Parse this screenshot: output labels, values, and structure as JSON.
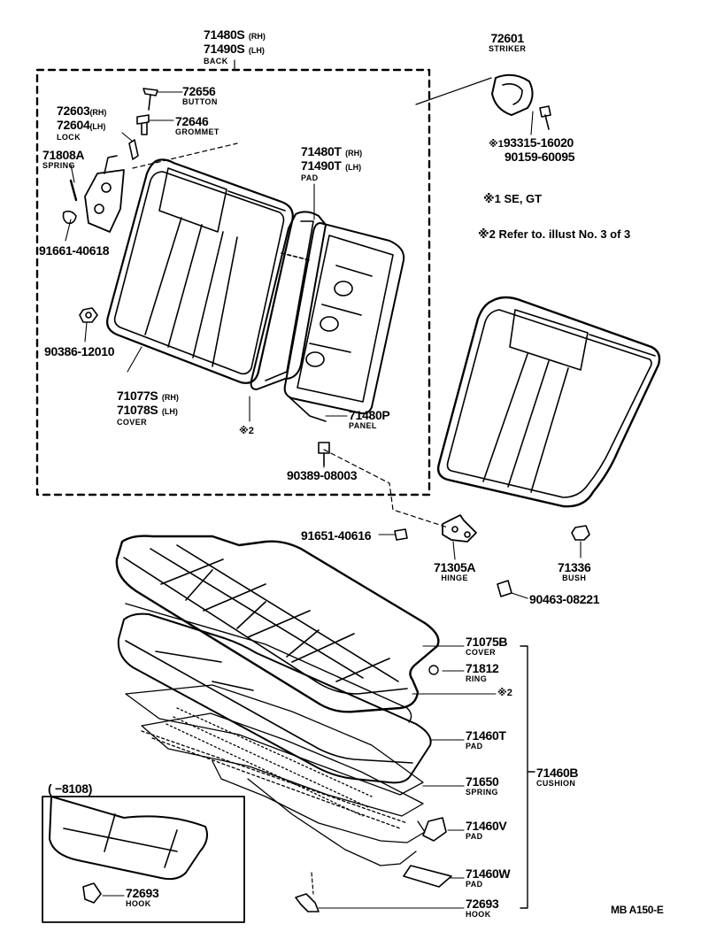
{
  "diagram_code": "MB A150-E",
  "notes": {
    "note1": "※1 SE, GT",
    "note2": "※2 Refer to. illust No. 3 of 3",
    "mark1": "※1",
    "mark2": "※2",
    "mark2b": "※2"
  },
  "inset": {
    "range": "(      −8108)"
  },
  "parts": {
    "back": {
      "no1": "71480S",
      "sfx1": "(RH)",
      "no2": "71490S",
      "sfx2": "(LH)",
      "name": "BACK"
    },
    "striker": {
      "no": "72601",
      "name": "STRIKER"
    },
    "button": {
      "no": "72656",
      "name": "BUTTON"
    },
    "lock": {
      "no1": "72603",
      "sfx1": "(RH)",
      "no2": "72604",
      "sfx2": "(LH)",
      "name": "LOCK"
    },
    "grommet": {
      "no": "72646",
      "name": "GROMMET"
    },
    "spring_back": {
      "no": "71808A",
      "name": "SPRING"
    },
    "pad_back": {
      "no1": "71480T",
      "sfx1": "(RH)",
      "no2": "71490T",
      "sfx2": "(LH)",
      "name": "PAD"
    },
    "screw_striker": {
      "no1": "93315-16020",
      "no2": "90159-60095"
    },
    "bolt_91661": {
      "no": "91661-40618"
    },
    "nut_90386": {
      "no": "90386-12010"
    },
    "cover_back": {
      "no1": "71077S",
      "sfx1": "(RH)",
      "no2": "71078S",
      "sfx2": "(LH)",
      "name": "COVER"
    },
    "panel": {
      "no": "71480P",
      "name": "PANEL"
    },
    "bolt_90389": {
      "no": "90389-08003"
    },
    "bolt_91651": {
      "no": "91651-40616"
    },
    "hinge": {
      "no": "71305A",
      "name": "HINGE"
    },
    "bush": {
      "no": "71336",
      "name": "BUSH"
    },
    "clip_90463": {
      "no": "90463-08221"
    },
    "cover_cushion": {
      "no": "71075B",
      "name": "COVER"
    },
    "ring": {
      "no": "71812",
      "name": "RING"
    },
    "pad_cushion": {
      "no": "71460T",
      "name": "PAD"
    },
    "cushion": {
      "no": "71460B",
      "name": "CUSHION"
    },
    "spring_cushion": {
      "no": "71650",
      "name": "SPRING"
    },
    "pad_v": {
      "no": "71460V",
      "name": "PAD"
    },
    "pad_w": {
      "no": "71460W",
      "name": "PAD"
    },
    "hook_bottom": {
      "no": "72693",
      "name": "HOOK"
    },
    "hook_inset": {
      "no": "72693",
      "name": "HOOK"
    }
  }
}
